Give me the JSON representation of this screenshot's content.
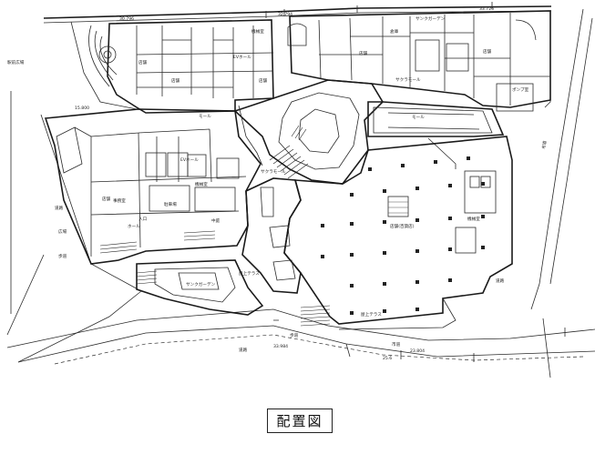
{
  "caption": "配置図",
  "levels": {
    "top_left": "30.796",
    "top_center": "32.794",
    "top_right": "33.726",
    "left_mid": "15.800",
    "right_low": "23.804",
    "bottom_center": "33.984",
    "bottom_small": "25.6"
  },
  "labels": {
    "shop": "店舗",
    "store": "店舗",
    "storage": "倉庫",
    "ev_hall": "EVホール",
    "sunken_garden_top": "サンクガーデン",
    "sunken_garden_bottom": "サンクガーデン",
    "plant_room": "機械室",
    "main_store": "店舗(百貨店)",
    "roof_terrace_mid": "屋上テラス",
    "roof_terrace_bottom": "屋上テラス",
    "mall_upper": "モール",
    "mall_right": "モール",
    "sakura_mall": "サクラモール",
    "parking": "駐車場",
    "entrance_kanji": "入口",
    "plaza": "広場",
    "sidewalk": "歩道",
    "road": "道路",
    "bus_road": "市道",
    "left_road": "道路",
    "station_plaza": "駅前広場",
    "municipal_road": "市道",
    "mechanical_room_left": "機械室",
    "hall_left": "ホール",
    "elevator_left": "EVホール",
    "court": "中庭",
    "office": "事務室",
    "pump": "ポンプ室"
  }
}
